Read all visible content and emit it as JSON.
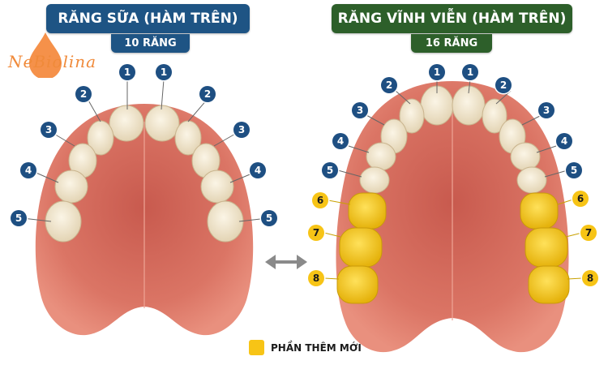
{
  "left_panel": {
    "title": "RĂNG SỮA (HÀM TRÊN)",
    "subtitle": "10 RĂNG",
    "title_color": "#1e5484",
    "labels": [
      "1",
      "1",
      "2",
      "2",
      "3",
      "3",
      "4",
      "4",
      "5",
      "5"
    ]
  },
  "right_panel": {
    "title": "RĂNG VĨNH VIỄN (HÀM TRÊN)",
    "subtitle": "16 RĂNG",
    "title_color": "#2d5f2a",
    "labels": [
      "1",
      "1",
      "2",
      "2",
      "3",
      "3",
      "4",
      "4",
      "5",
      "5",
      "6",
      "6",
      "7",
      "7",
      "8",
      "8"
    ]
  },
  "logo": {
    "text": "NeBiolina",
    "color": "#f08a3a"
  },
  "arrow": {
    "icon": "double-arrow-icon"
  },
  "legend": {
    "label": "PHẦN THÊM MỚI",
    "color": "#f7c416"
  },
  "colors": {
    "gum": "#e07a6c",
    "palate": "#d9675a",
    "tooth": "#efe4cc",
    "new_tooth": "#f2c21a",
    "label_blue": "#1e4f82",
    "label_yellow": "#f7c416"
  }
}
